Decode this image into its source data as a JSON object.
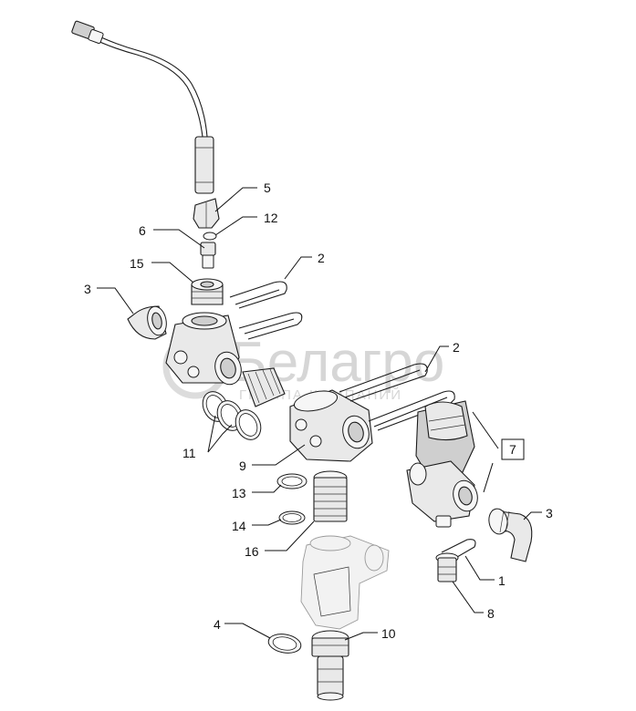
{
  "watermark": {
    "brand": "Белагро",
    "tagline": "ГРУППА КОМПАНИЙ"
  },
  "callouts": [
    {
      "id": "c5",
      "label": "5"
    },
    {
      "id": "c12",
      "label": "12"
    },
    {
      "id": "c6",
      "label": "6"
    },
    {
      "id": "c15",
      "label": "15"
    },
    {
      "id": "c2a",
      "label": "2"
    },
    {
      "id": "c3a",
      "label": "3"
    },
    {
      "id": "c2b",
      "label": "2"
    },
    {
      "id": "c11",
      "label": "11"
    },
    {
      "id": "c9",
      "label": "9"
    },
    {
      "id": "c7",
      "label": "7"
    },
    {
      "id": "c13",
      "label": "13"
    },
    {
      "id": "c3b",
      "label": "3"
    },
    {
      "id": "c14",
      "label": "14"
    },
    {
      "id": "c16",
      "label": "16"
    },
    {
      "id": "c1",
      "label": "1"
    },
    {
      "id": "c8",
      "label": "8"
    },
    {
      "id": "c4",
      "label": "4"
    },
    {
      "id": "c10",
      "label": "10"
    }
  ]
}
